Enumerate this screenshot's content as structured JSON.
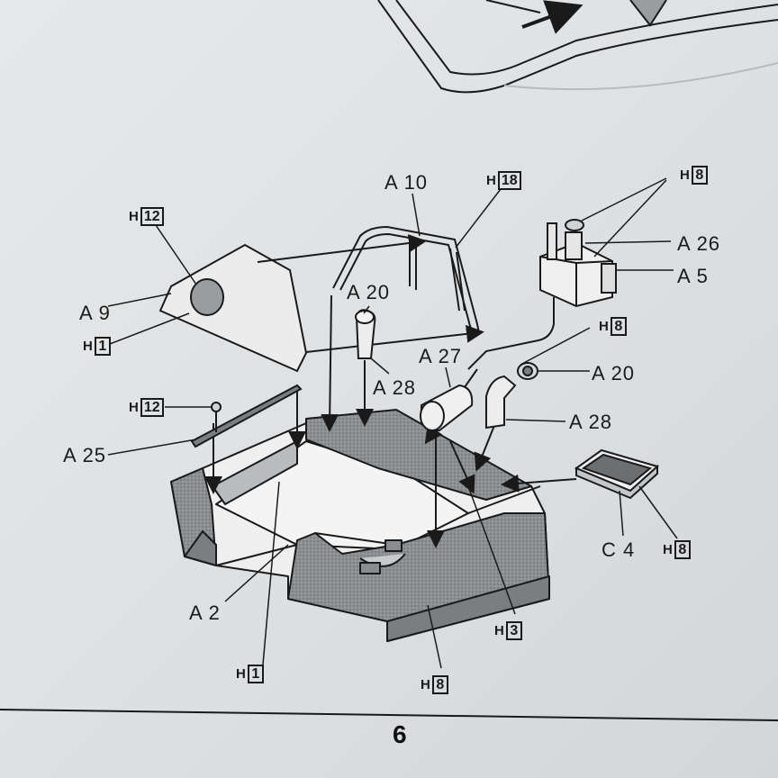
{
  "page_number": "6",
  "part_labels": {
    "A10": "A 10",
    "A20_top": "A 20",
    "A28_left": "A 28",
    "A27": "A 27",
    "A26": "A 26",
    "A5": "A 5",
    "A20_right": "A 20",
    "A28_right": "A 28",
    "A9": "A 9",
    "A25": "A 25",
    "A2": "A 2",
    "C4": "C 4"
  },
  "h_labels": {
    "h12_top": "12",
    "h1_left": "1",
    "h18": "18",
    "h8_top": "8",
    "h8_mid": "8",
    "h12_left": "12",
    "h3": "3",
    "h1_bottom": "1",
    "h8_bottom": "8",
    "h8_c4": "8",
    "prefix": "H"
  }
}
